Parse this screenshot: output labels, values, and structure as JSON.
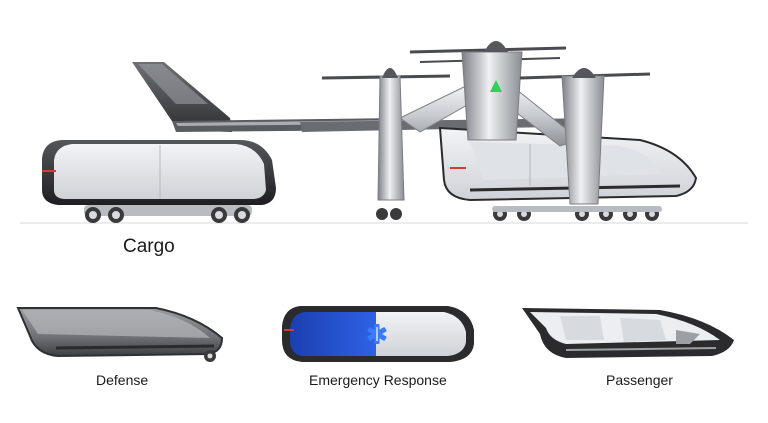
{
  "labels": {
    "cargo": "Cargo",
    "defense": "Defense",
    "emergency": "Emergency Response",
    "passenger": "Passenger"
  },
  "colors": {
    "background": "#ffffff",
    "shell_dark": "#2b2b2e",
    "shell_light": "#e9eaec",
    "medical_blue": "#1f4fd1",
    "accent_red": "#d83a2e",
    "nav_green": "#2fd05a"
  },
  "icons": {
    "medical": "star-of-life-icon"
  }
}
